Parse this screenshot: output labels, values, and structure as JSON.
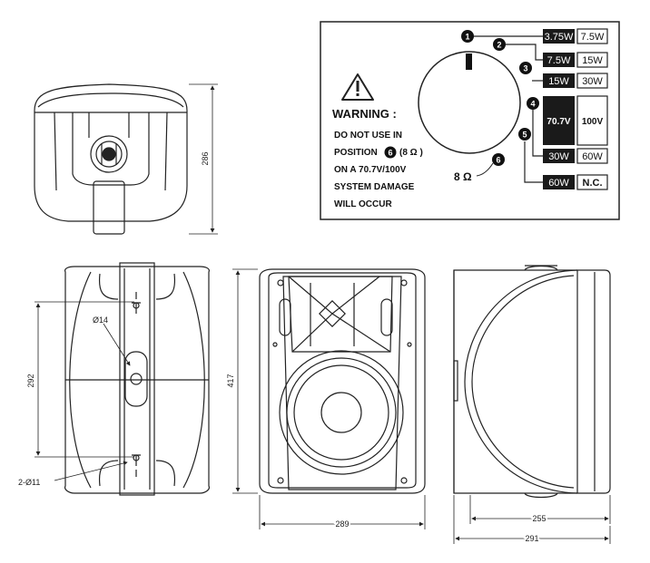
{
  "dimensions": {
    "height_top": "286",
    "bracket_spacing": "292",
    "hole_diameter": "Ø14",
    "mount_holes": "2-Ø11",
    "height_front": "417",
    "width_front": "289",
    "depth_inner": "255",
    "depth_total": "291"
  },
  "warning_panel": {
    "title": "WARNING :",
    "line1": "DO NOT USE IN",
    "line2_prefix": "POSITION",
    "line2_num": "6",
    "line2_suffix": "(8 Ω )",
    "line3": "ON A 70.7V/100V",
    "line4": "SYSTEM DAMAGE",
    "line5": "WILL OCCUR",
    "impedance_label": "8 Ω",
    "impedance_num": "6",
    "positions": [
      {
        "num": "1",
        "v70": "3.75W",
        "v100": "7.5W"
      },
      {
        "num": "2",
        "v70": "7.5W",
        "v100": "15W"
      },
      {
        "num": "3",
        "v70": "15W",
        "v100": "30W"
      },
      {
        "num": "4",
        "v70": "70.7V",
        "v100": "100V"
      },
      {
        "num": "5",
        "v70": "30W",
        "v100": "60W"
      },
      {
        "num": "",
        "v70": "60W",
        "v100": "N.C."
      }
    ]
  },
  "icons": {
    "warning": "warning-triangle-icon",
    "knob": "tap-selector-knob-icon"
  },
  "colors": {
    "line": "#222222",
    "fill_dark": "#1a1a1a"
  }
}
